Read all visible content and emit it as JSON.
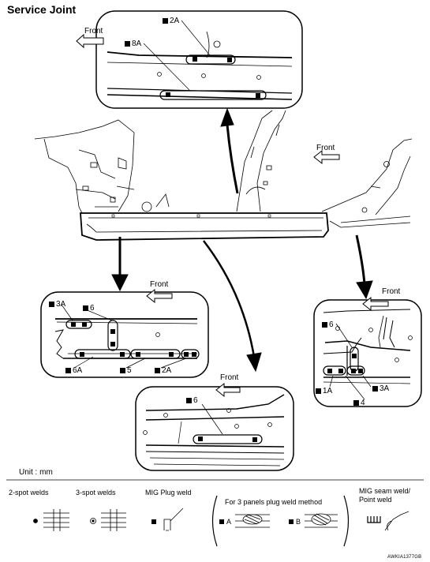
{
  "title": "Service Joint",
  "direction_label": "Front",
  "detail_top": {
    "direction": "Front",
    "callouts": [
      "2A",
      "8A"
    ]
  },
  "detail_left": {
    "direction": "Front",
    "callouts": [
      "3A",
      "6",
      "6A",
      "5",
      "2A"
    ]
  },
  "detail_bottom": {
    "direction": "Front",
    "callouts": [
      "6"
    ]
  },
  "detail_right": {
    "direction": "Front",
    "callouts": [
      "6",
      "1A",
      "4",
      "3A"
    ]
  },
  "main_view": {
    "direction": "Front"
  },
  "unit": "Unit : mm",
  "legend": {
    "spot2": "2-spot welds",
    "spot3": "3-spot welds",
    "plug": "MIG Plug weld",
    "three_panel": "For 3 panels plug weld method",
    "method_a": "A",
    "method_b": "B",
    "seam_line1": "MIG seam weld/",
    "seam_line2": "Point weld"
  },
  "figure_code": "AWKIA1377GB",
  "colors": {
    "ink": "#000000",
    "background": "#ffffff"
  }
}
